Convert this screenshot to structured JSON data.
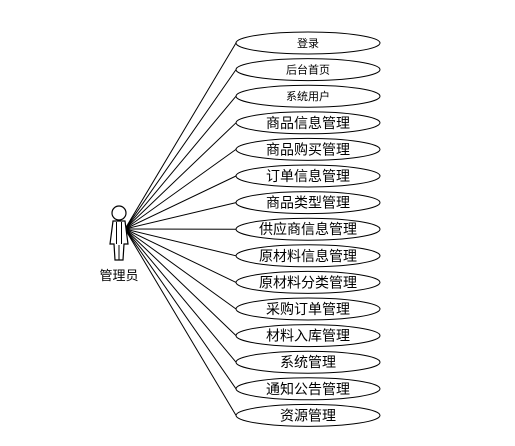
{
  "actor": {
    "label": "管理员"
  },
  "use_cases": [
    {
      "label": "登录"
    },
    {
      "label": "后台首页"
    },
    {
      "label": "系统用户"
    },
    {
      "label": "商品信息管理"
    },
    {
      "label": "商品购买管理"
    },
    {
      "label": "订单信息管理"
    },
    {
      "label": "商品类型管理"
    },
    {
      "label": "供应商信息管理"
    },
    {
      "label": "原材料信息管理"
    },
    {
      "label": "原材料分类管理"
    },
    {
      "label": "采购订单管理"
    },
    {
      "label": "材料入库管理"
    },
    {
      "label": "系统管理"
    },
    {
      "label": "通知公告管理"
    },
    {
      "label": "资源管理"
    }
  ],
  "colors": {
    "stroke": "#000000",
    "fill": "#ffffff",
    "text": "#000000"
  }
}
